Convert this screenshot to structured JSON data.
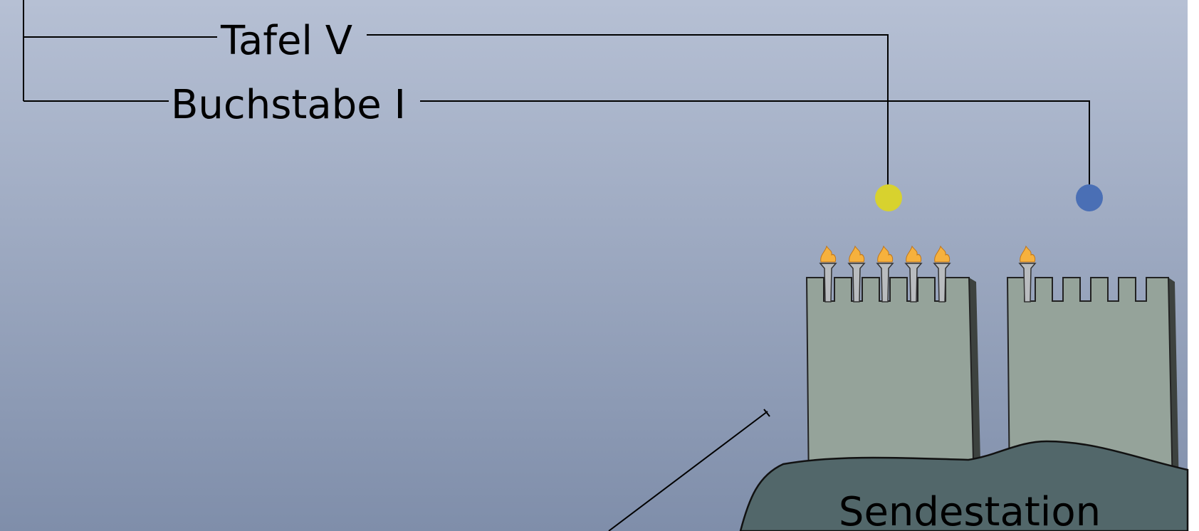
{
  "labels": {
    "tafel": "Tafel V",
    "buchstabe": "Buchstabe I",
    "station": "Sendestation"
  },
  "colors": {
    "sky_top": "#b6c0d4",
    "sky_bottom": "#7f8eaa",
    "margin": "#ffffff",
    "tower": "#95a39a",
    "tower_shadow": "#3d423f",
    "hill": "#52676a",
    "torch": "#b9bcbf",
    "flame": "#f6b13d",
    "indicator_tafel": "#d8d22e",
    "indicator_buchstabe": "#4a6fb5"
  },
  "torches": {
    "left_tower_count": 5,
    "right_tower_count": 1
  }
}
